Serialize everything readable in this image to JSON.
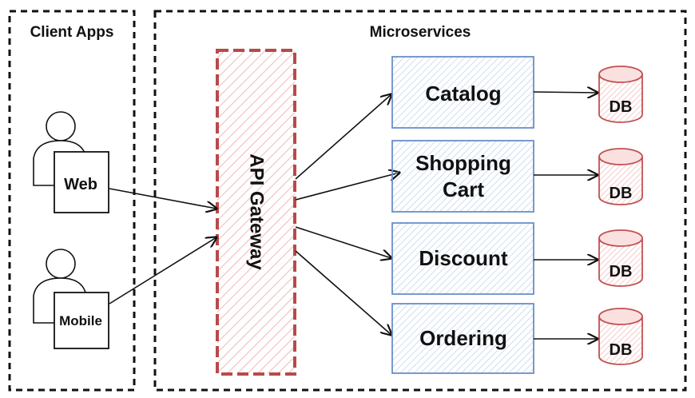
{
  "groups": {
    "client": {
      "title": "Client Apps"
    },
    "microservices": {
      "title": "Microservices"
    }
  },
  "clients": [
    {
      "label": "Web"
    },
    {
      "label": "Mobile"
    }
  ],
  "gateway": {
    "label": "API Gateway"
  },
  "services": [
    {
      "line1": "Catalog",
      "line2": "",
      "db": "DB"
    },
    {
      "line1": "Shopping",
      "line2": "Cart",
      "db": "DB"
    },
    {
      "line1": "Discount",
      "line2": "",
      "db": "DB"
    },
    {
      "line1": "Ordering",
      "line2": "",
      "db": "DB"
    }
  ],
  "colors": {
    "gateway_stroke": "#b84a4a",
    "gateway_hatch": "#f2b8b8",
    "service_stroke": "#6a8fc8",
    "service_hatch": "#b9d0ee",
    "db_stroke": "#c25050",
    "db_hatch": "#f5bcbc",
    "outline": "#111111"
  }
}
